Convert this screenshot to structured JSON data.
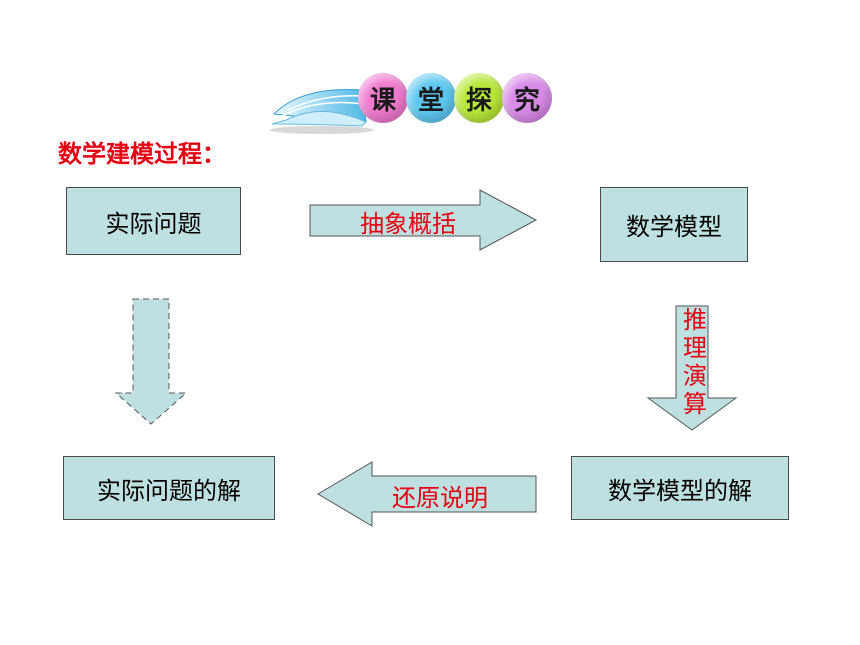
{
  "header": {
    "badge_chars": [
      "课",
      "堂",
      "探",
      "究"
    ],
    "badge_colors": [
      "#f07ad0",
      "#5ec8f0",
      "#b8e83a",
      "#d98ae8"
    ]
  },
  "subtitle": "数学建模过程：",
  "diagram": {
    "nodes": {
      "real_problem": "实际问题",
      "math_model": "数学模型",
      "real_solution": "实际问题的解",
      "model_solution": "数学模型的解"
    },
    "edges": {
      "abstract": "抽象概括",
      "reasoning": "推理演算",
      "restore": "还原说明"
    }
  },
  "colors": {
    "box_fill": "#bfe0e0",
    "arrow_fill": "#bfe0e0",
    "label_red": "#e60012"
  }
}
